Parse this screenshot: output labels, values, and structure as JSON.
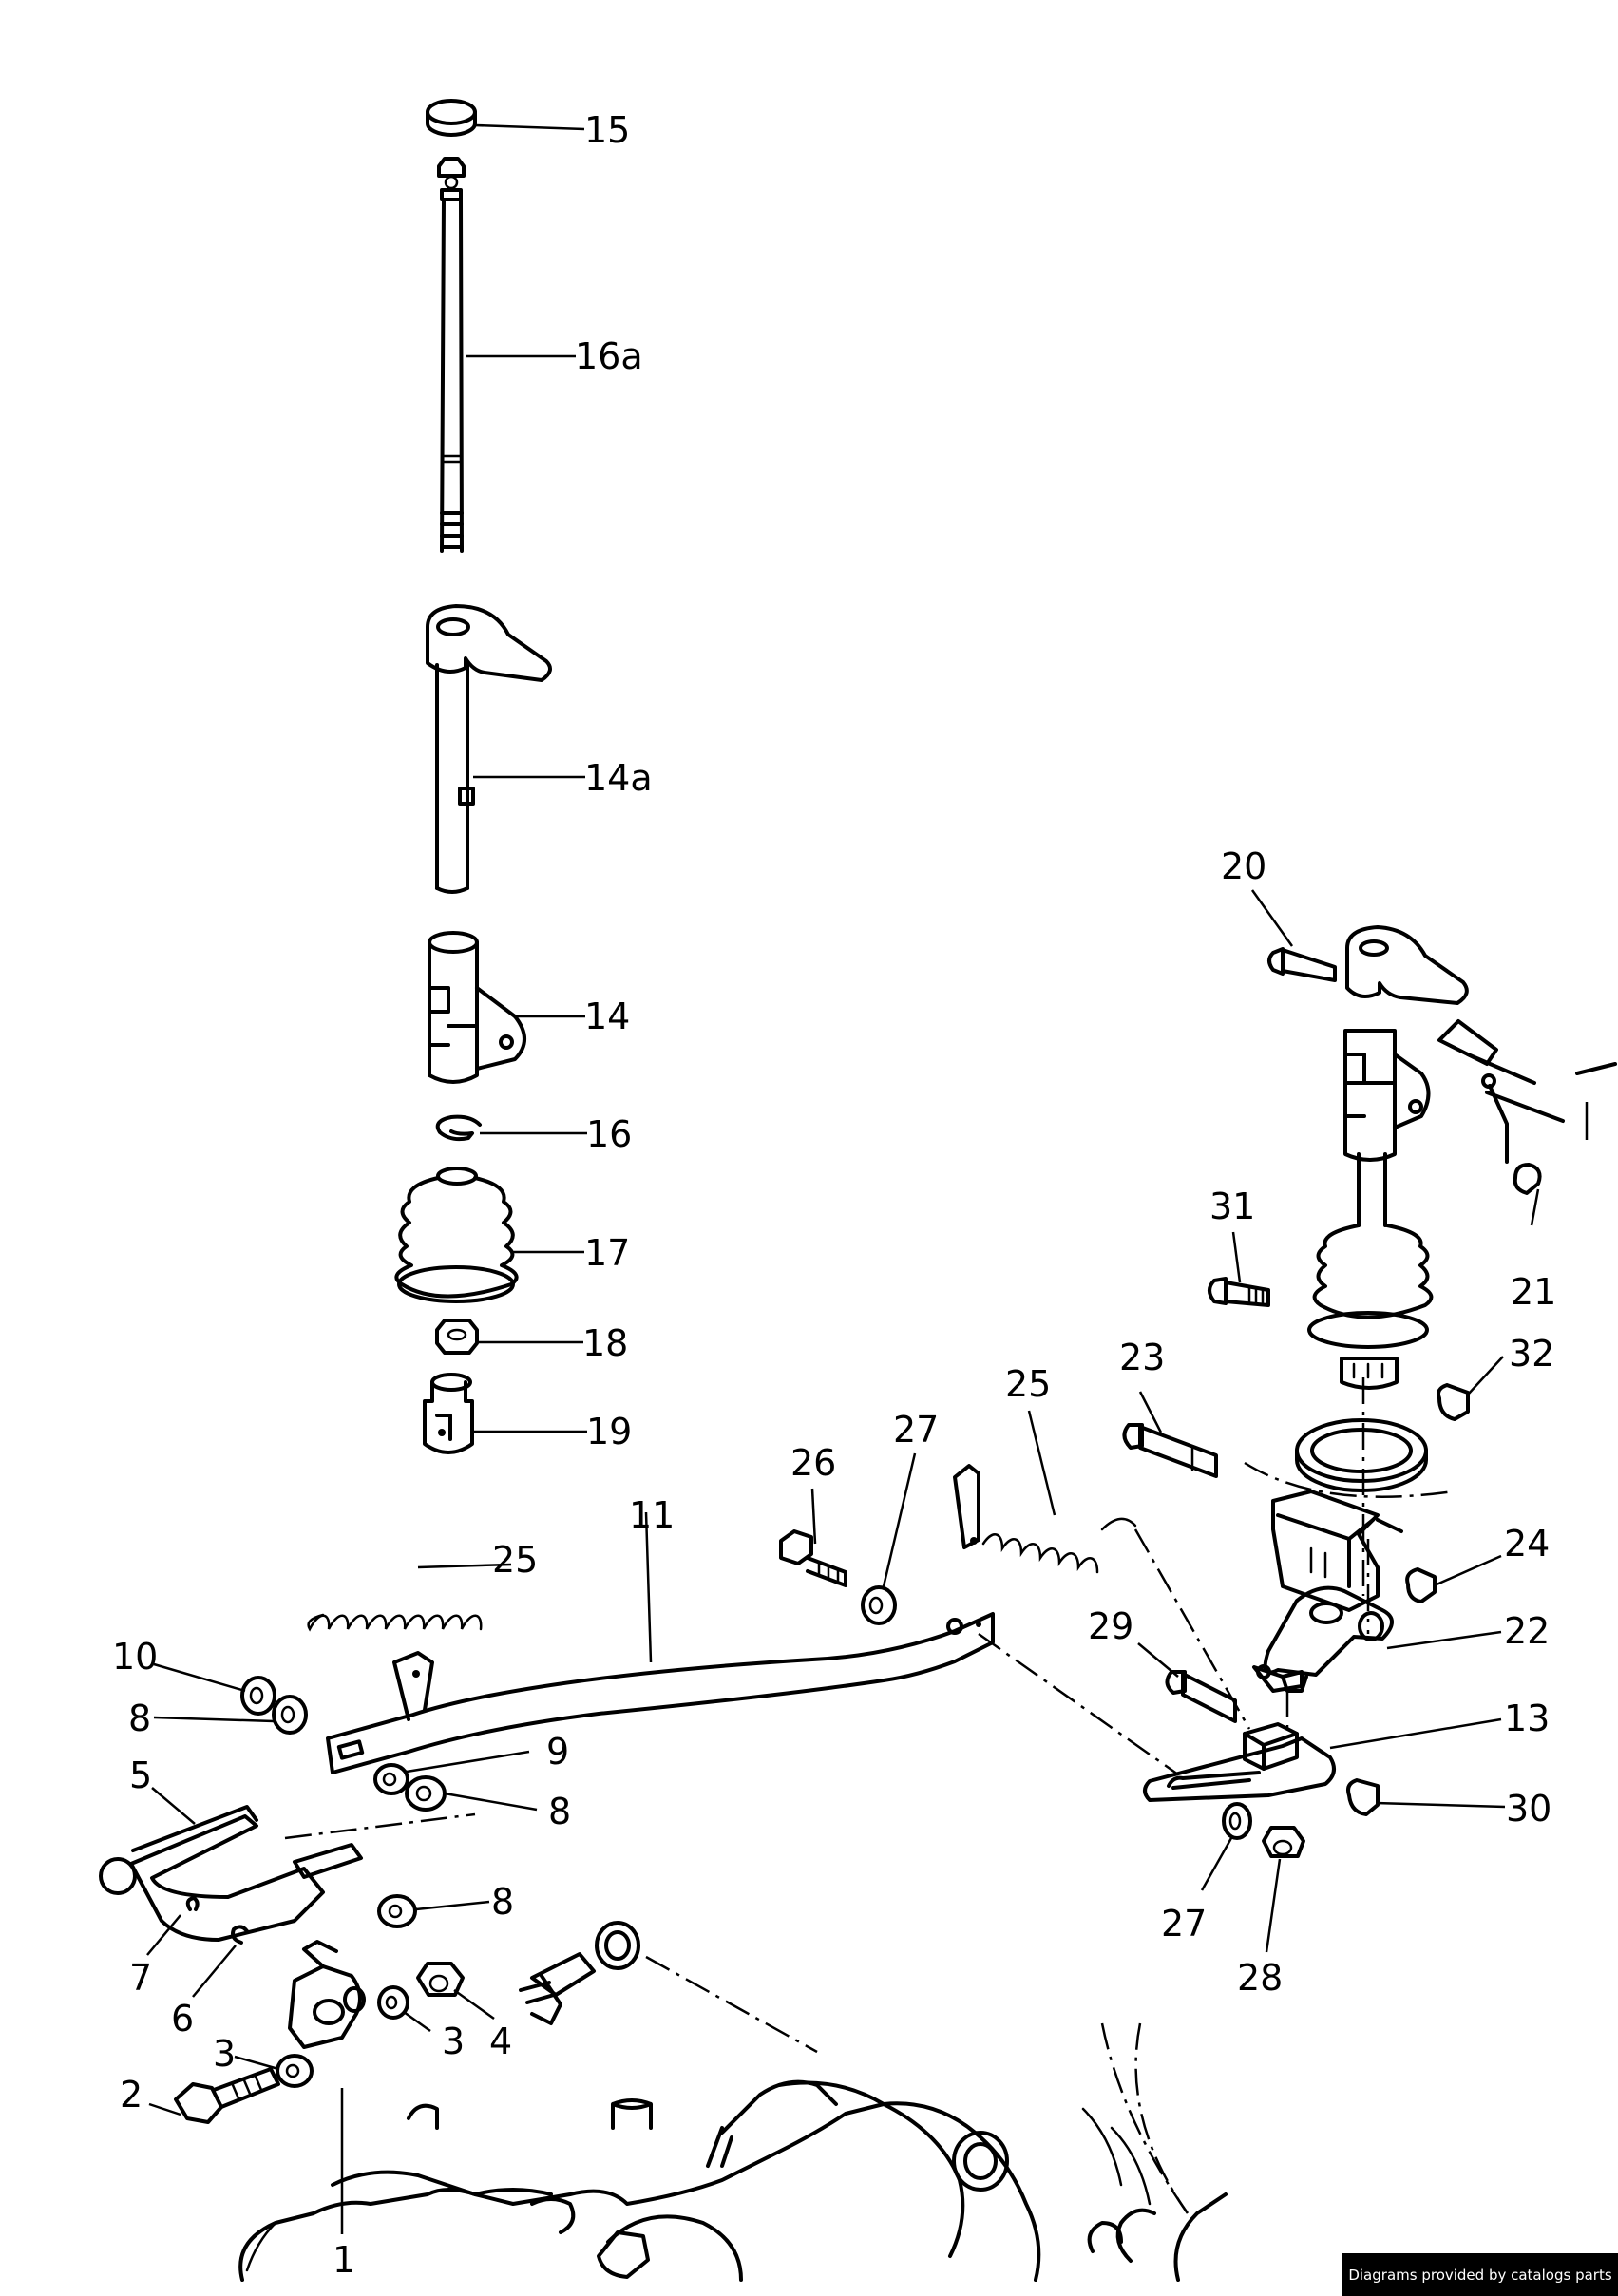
{
  "callouts": [
    {
      "id": "15",
      "label": "15"
    },
    {
      "id": "16a",
      "label": "16a"
    },
    {
      "id": "14a",
      "label": "14a"
    },
    {
      "id": "14",
      "label": "14"
    },
    {
      "id": "16",
      "label": "16"
    },
    {
      "id": "17",
      "label": "17"
    },
    {
      "id": "18",
      "label": "18"
    },
    {
      "id": "19",
      "label": "19"
    },
    {
      "id": "20",
      "label": "20"
    },
    {
      "id": "21",
      "label": "21"
    },
    {
      "id": "31",
      "label": "31"
    },
    {
      "id": "32",
      "label": "32"
    },
    {
      "id": "23",
      "label": "23"
    },
    {
      "id": "25b",
      "label": "25"
    },
    {
      "id": "27a",
      "label": "27"
    },
    {
      "id": "26",
      "label": "26"
    },
    {
      "id": "11",
      "label": "11"
    },
    {
      "id": "25a",
      "label": "25"
    },
    {
      "id": "24",
      "label": "24"
    },
    {
      "id": "22",
      "label": "22"
    },
    {
      "id": "29",
      "label": "29"
    },
    {
      "id": "13",
      "label": "13"
    },
    {
      "id": "10",
      "label": "10"
    },
    {
      "id": "8a",
      "label": "8"
    },
    {
      "id": "9",
      "label": "9"
    },
    {
      "id": "8b",
      "label": "8"
    },
    {
      "id": "5",
      "label": "5"
    },
    {
      "id": "8c",
      "label": "8"
    },
    {
      "id": "30",
      "label": "30"
    },
    {
      "id": "27b",
      "label": "27"
    },
    {
      "id": "28",
      "label": "28"
    },
    {
      "id": "7",
      "label": "7"
    },
    {
      "id": "6",
      "label": "6"
    },
    {
      "id": "3a",
      "label": "3"
    },
    {
      "id": "3b",
      "label": "3"
    },
    {
      "id": "4",
      "label": "4"
    },
    {
      "id": "2",
      "label": "2"
    },
    {
      "id": "1",
      "label": "1"
    }
  ],
  "credit": "Diagrams provided by catalogs parts"
}
